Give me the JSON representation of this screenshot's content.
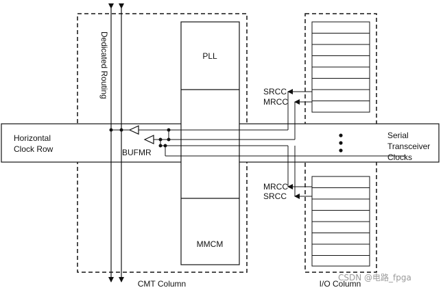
{
  "labels": {
    "dedicated_routing": "Dedicated Routing",
    "pll": "PLL",
    "mmcm": "MMCM",
    "horizontal_clock_row_line1": "Horizontal",
    "horizontal_clock_row_line2": "Clock Row",
    "bufmr": "BUFMR",
    "cmt_column": "CMT Column",
    "io_column": "I/O Column",
    "srcc_top": "SRCC",
    "mrcc_top": "MRCC",
    "mrcc_bottom": "MRCC",
    "srcc_bottom": "SRCC",
    "serial_line1": "Serial",
    "serial_line2": "Transceiver",
    "serial_line3": "Clocks"
  },
  "watermark": "CSDN @电路_fpga",
  "colors": {
    "line": "#111111",
    "background": "#ffffff",
    "watermark": "#9a9a9a"
  }
}
